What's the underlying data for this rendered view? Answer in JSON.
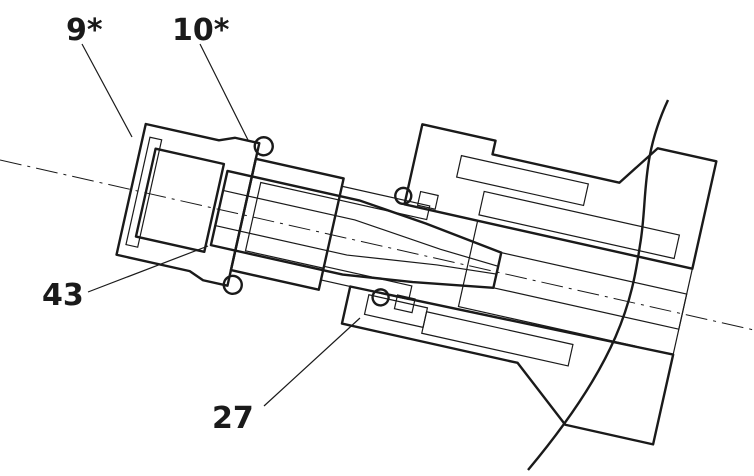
{
  "callouts": {
    "part_9": "9*",
    "part_10": "10*",
    "part_43": "43",
    "part_27": "27"
  },
  "colors": {
    "line": "#1a1a1a",
    "background": "#ffffff"
  }
}
